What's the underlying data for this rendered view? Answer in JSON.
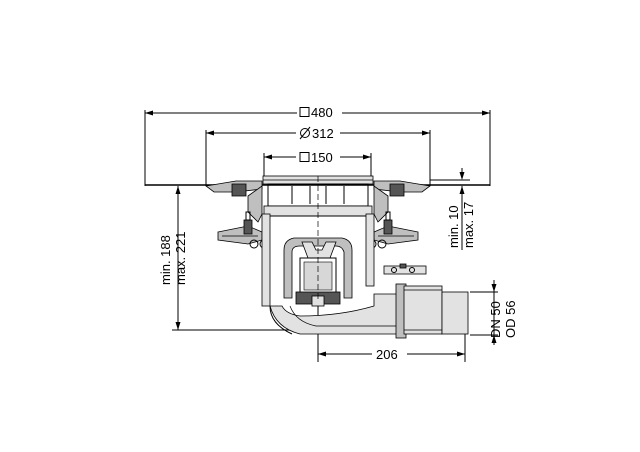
{
  "dimensions": {
    "width_480": "480",
    "diameter_312": "312",
    "width_150": "150",
    "height_min": "min. 188",
    "height_max": "max. 221",
    "offset_min": "min. 10",
    "offset_max": "max. 17",
    "length_206": "206",
    "pipe_dn": "DN 50",
    "pipe_od": "OD 56"
  },
  "colors": {
    "line": "#000000",
    "fill_grey": "#bfbfbf",
    "fill_dark": "#555555",
    "background": "#ffffff"
  }
}
